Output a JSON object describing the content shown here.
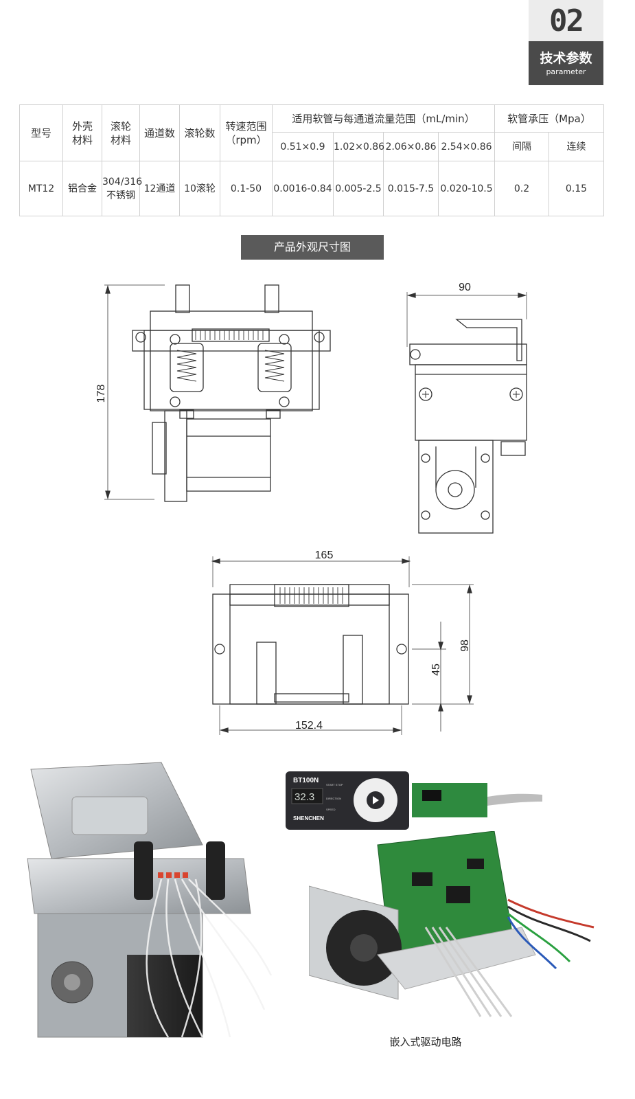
{
  "badge": {
    "number": "02",
    "title": "技术参数",
    "subtitle": "parameter"
  },
  "table": {
    "headers": {
      "model": "型号",
      "shell": "外壳\n材料",
      "roller_material": "滚轮\n材料",
      "channels": "通道数",
      "rollers": "滚轮数",
      "speed": "转速范围\n（rpm）",
      "flow_group": "适用软管与每通道流量范围（mL/min）",
      "pressure_group": "软管承压（Mpa）"
    },
    "flow_sub": [
      "0.51×0.9",
      "1.02×0.86",
      "2.06×0.86",
      "2.54×0.86"
    ],
    "pressure_sub": [
      "间隔",
      "连续"
    ],
    "row": {
      "model": "MT12",
      "shell": "铝合金",
      "roller_material": "304/316\n不锈钢",
      "channels": "12通道",
      "rollers": "10滚轮",
      "speed": "0.1-50",
      "flows": [
        "0.0016-0.84",
        "0.005-2.5",
        "0.015-7.5",
        "0.020-10.5"
      ],
      "pressures": [
        "0.2",
        "0.15"
      ]
    }
  },
  "section_title": "产品外观尺寸图",
  "dimensions": {
    "height": "178",
    "depth": "90",
    "width": "165",
    "base_width": "152.4",
    "side_height": "98",
    "hole_height": "45"
  },
  "controller": {
    "model": "BT100N",
    "display": "32.3",
    "brand": "SHENCHEN",
    "labels": [
      "START STOP",
      "DIRECTION",
      "SPEED"
    ]
  },
  "caption": "嵌入式驱动电路"
}
